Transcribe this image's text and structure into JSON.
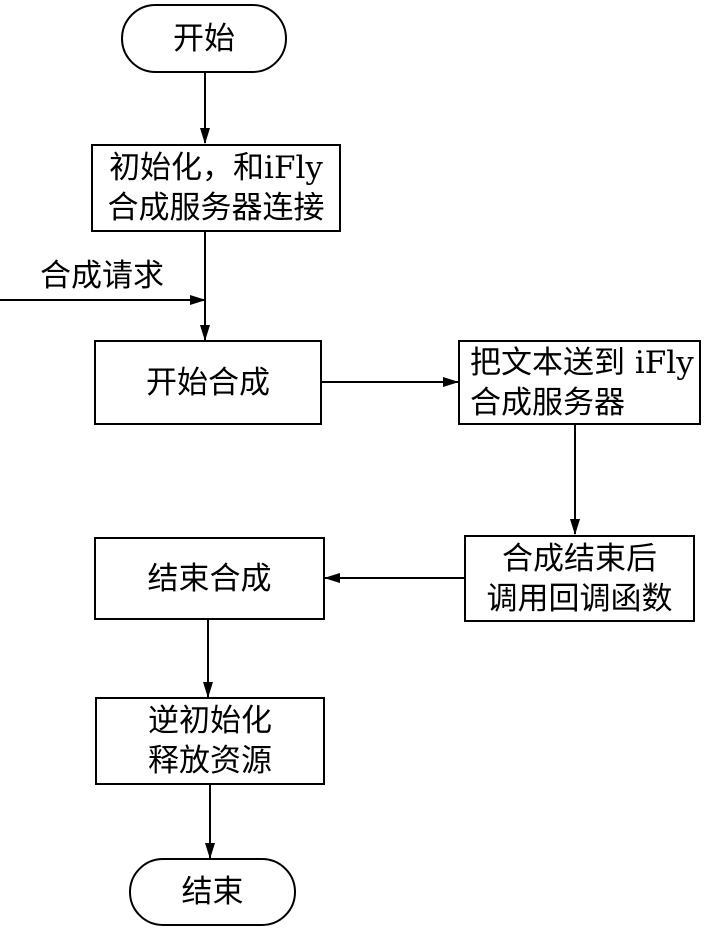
{
  "nodes": {
    "start": {
      "lines": [
        "开始"
      ]
    },
    "init": {
      "lines": [
        "初始化，和iFly",
        "合成服务器连接"
      ]
    },
    "begin_synth": {
      "lines": [
        "开始合成"
      ]
    },
    "send_text": {
      "lines": [
        "把文本送到 iFly",
        "合成服务器"
      ]
    },
    "callback": {
      "lines": [
        "合成结束后",
        "调用回调函数"
      ]
    },
    "end_synth": {
      "lines": [
        "结束合成"
      ]
    },
    "deinit": {
      "lines": [
        "逆初始化",
        "释放资源"
      ]
    },
    "end": {
      "lines": [
        "结束"
      ]
    }
  },
  "labels": {
    "request": "合成请求"
  },
  "colors": {
    "stroke": "#000000",
    "background": "#ffffff"
  }
}
